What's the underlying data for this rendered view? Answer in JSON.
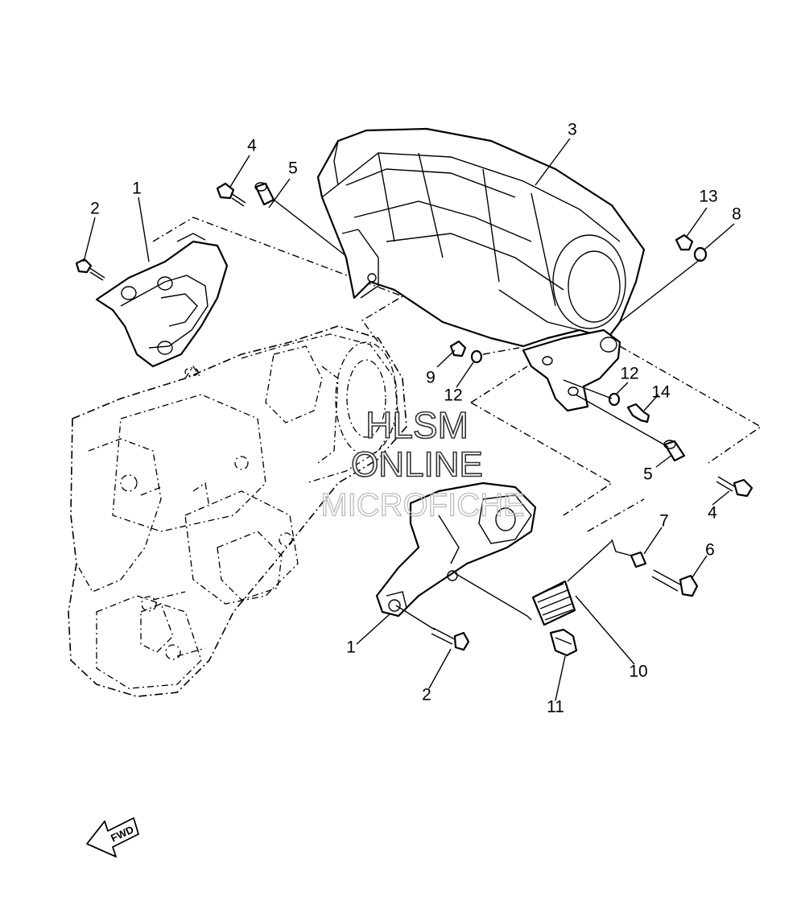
{
  "labels": {
    "l1a": "1",
    "l1b": "1",
    "l2a": "2",
    "l2b": "2",
    "l3": "3",
    "l4a": "4",
    "l4b": "4",
    "l5a": "5",
    "l5b": "5",
    "l6": "6",
    "l7": "7",
    "l8": "8",
    "l9": "9",
    "l10": "10",
    "l11": "11",
    "l12a": "12",
    "l12b": "12",
    "l13": "13",
    "l14": "14"
  },
  "watermark": {
    "line1": "HLSM",
    "line2": "ONLINE",
    "line3": "MICROFICHE"
  },
  "fwd_label": "FWD",
  "icons": {
    "direction": "fwd-arrow-icon"
  }
}
